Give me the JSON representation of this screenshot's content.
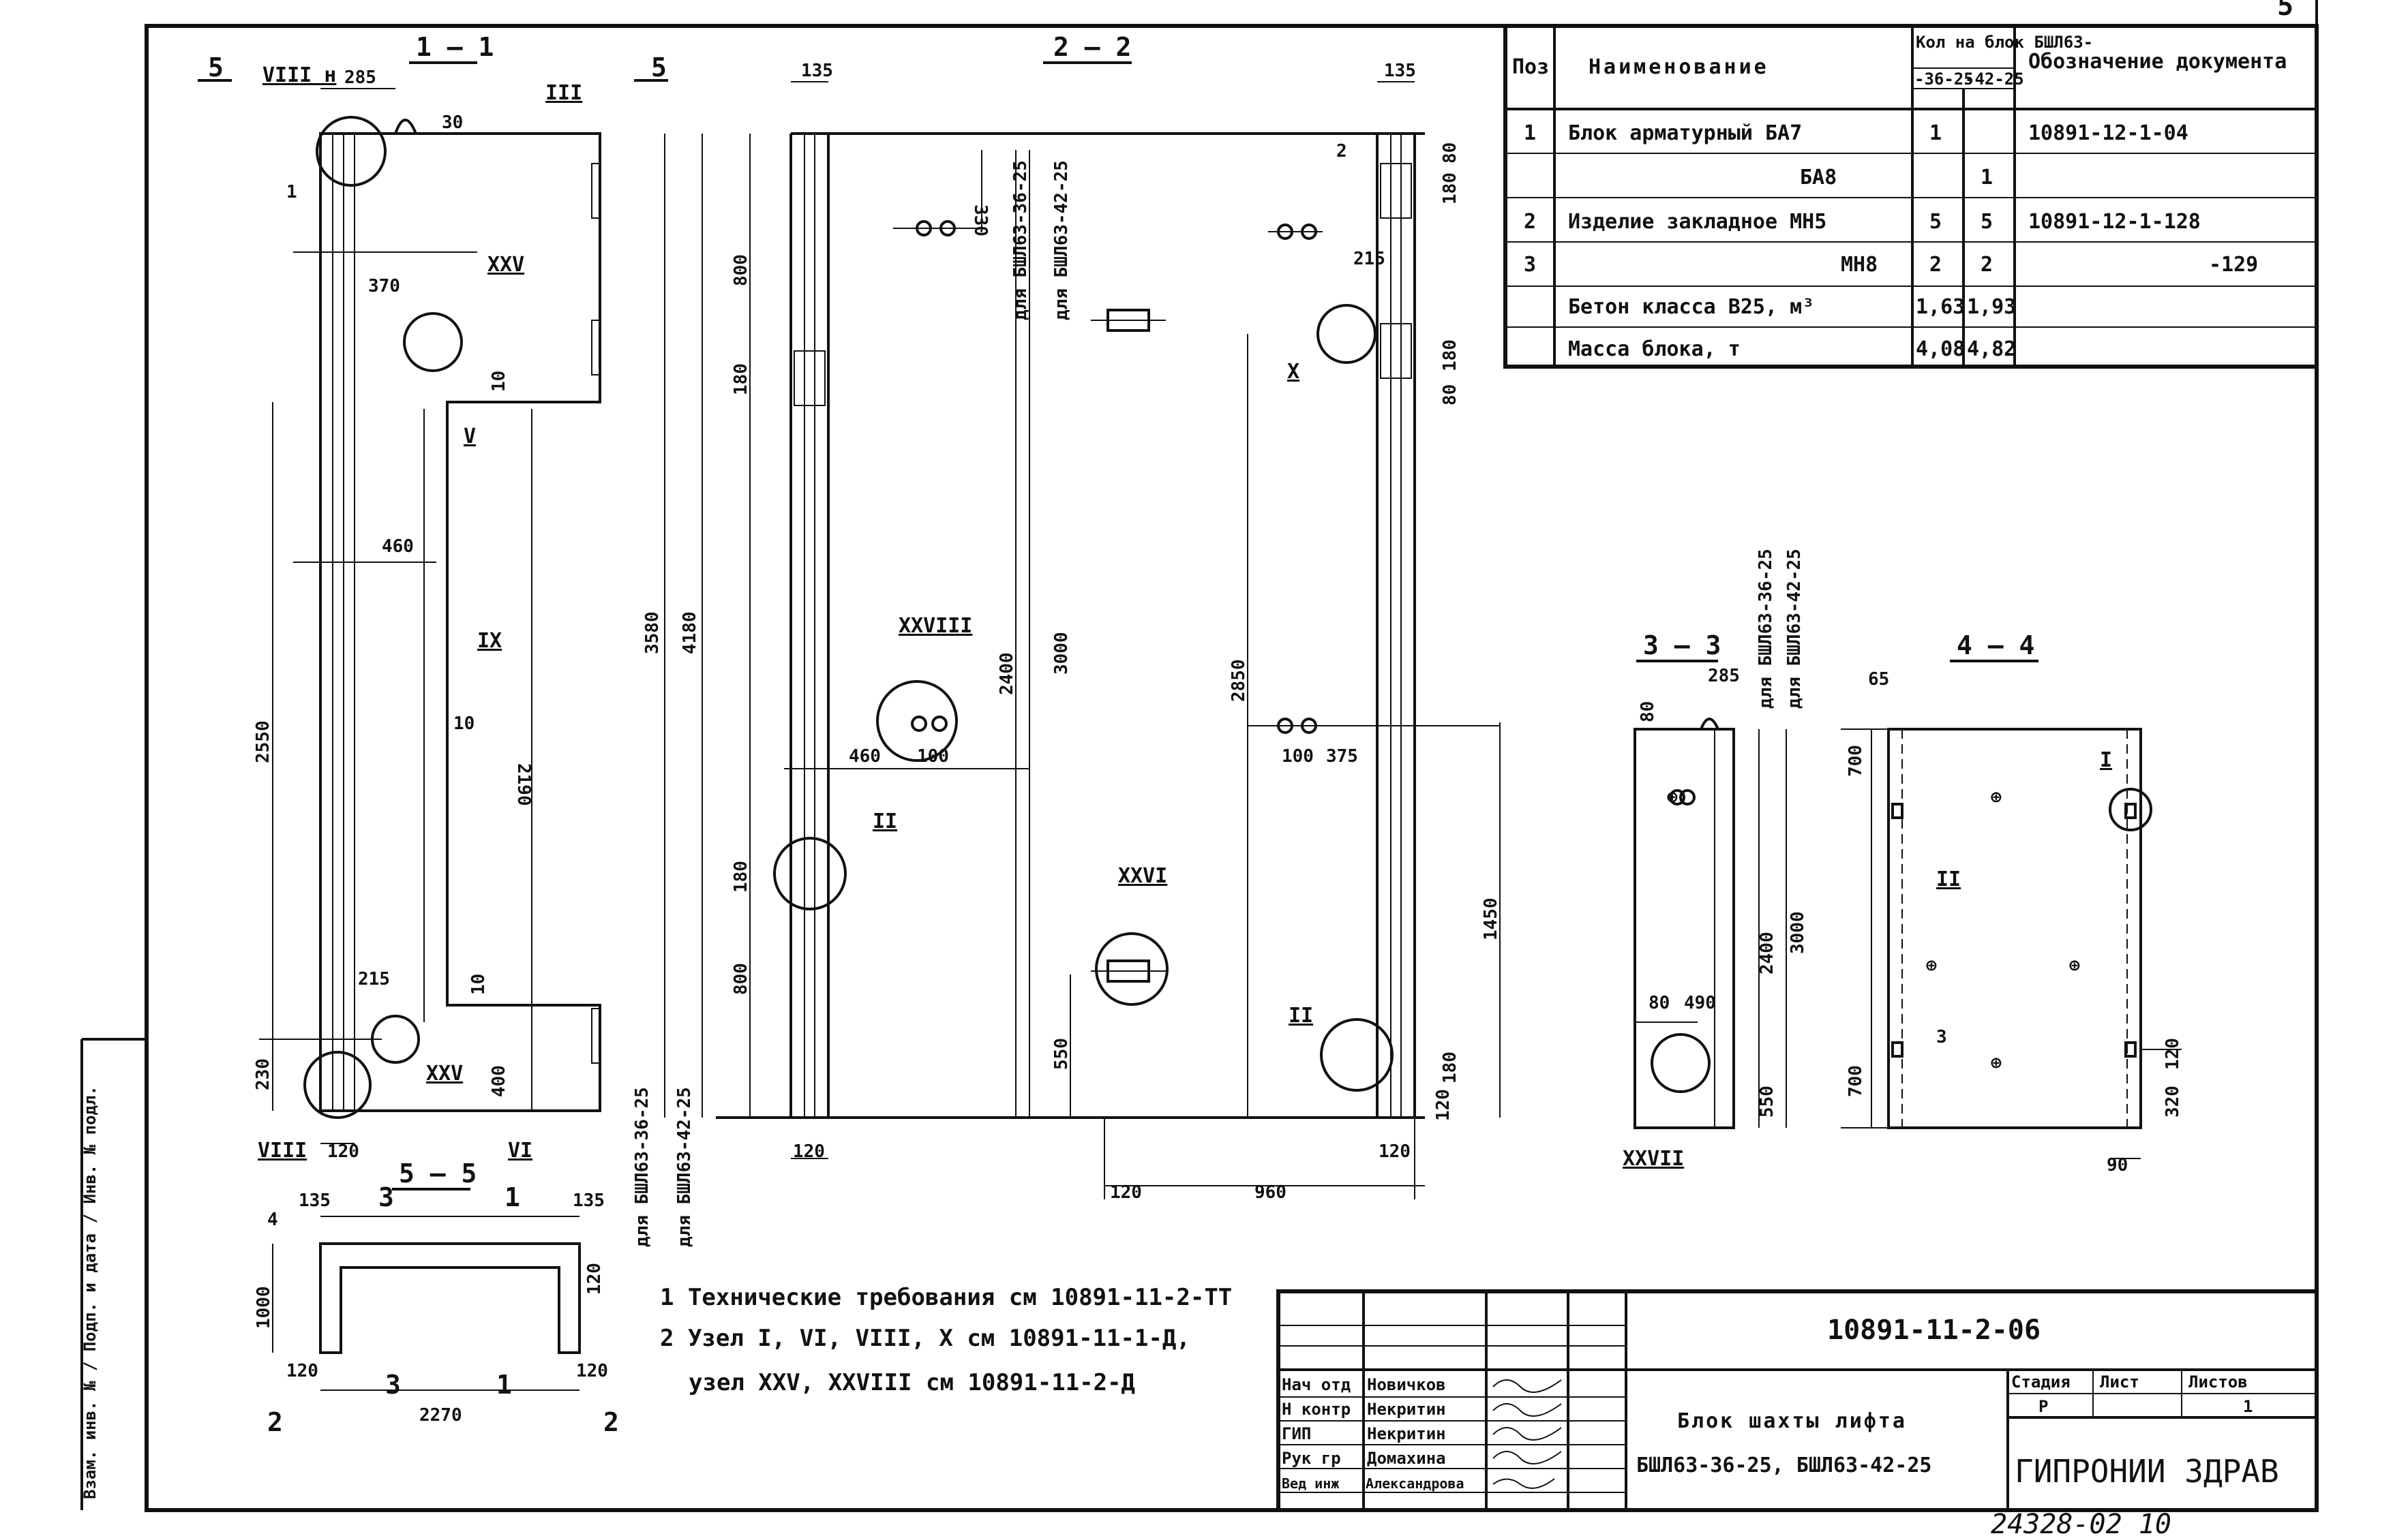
{
  "sheet": {
    "number": "5",
    "stamp": "24328-02 10"
  },
  "side_strip": "Взам. инв. № / Подп. и дата / Инв. № подл.",
  "sections": {
    "s11": "1 — 1",
    "s22": "2 — 2",
    "s33": "3 — 3",
    "s44": "4 — 4",
    "s55": "5 — 5",
    "cut5": "5",
    "cut4": "4",
    "cut3": "3",
    "cut2": "2",
    "cut1": "1"
  },
  "dims11": [
    "285",
    "30",
    "370",
    "10",
    "460",
    "10",
    "2190",
    "10",
    "2550",
    "400",
    "230",
    "120",
    "215"
  ],
  "dims22": [
    "135",
    "330",
    "800",
    "180",
    "3580",
    "4180",
    "2400",
    "3000",
    "460",
    "100",
    "2850",
    "180",
    "800",
    "550",
    "120",
    "1450",
    "100",
    "375",
    "120",
    "960",
    "120",
    "135",
    "180",
    "215",
    "180",
    "80",
    "80",
    "180",
    "120"
  ],
  "dims33": [
    "80",
    "285",
    "2400",
    "3000",
    "80",
    "490",
    "550",
    "700",
    "700"
  ],
  "dims44": [
    "65",
    "120",
    "320",
    "90"
  ],
  "dims55": [
    "4",
    "135",
    "135",
    "1000",
    "120",
    "120",
    "120",
    "2270"
  ],
  "vert_labels": {
    "for36": "для БШЛ63-36-25",
    "for42": "для БШЛ63-42-25"
  },
  "node_marks": [
    "VIII н",
    "III",
    "XXV",
    "V",
    "IX",
    "XXV",
    "VIII",
    "VI",
    "II",
    "XXVIII",
    "X",
    "XXVI",
    "II",
    "XXVII",
    "II",
    "I"
  ],
  "spec": {
    "head_pos": "Поз",
    "head_name": "Наименование",
    "head_qty": "Кол на блок БШЛ63-",
    "head_qty_a": "-36-25",
    "head_qty_b": "-42-25",
    "head_doc": "Обозначение документа",
    "rows": [
      {
        "pos": "1",
        "name": "Блок арматурный БА7",
        "a": "1",
        "b": "",
        "doc": "10891-12-1-04"
      },
      {
        "pos": "",
        "name": "БА8",
        "a": "",
        "b": "1",
        "doc": ""
      },
      {
        "pos": "2",
        "name": "Изделие закладное МН5",
        "a": "5",
        "b": "5",
        "doc": "10891-12-1-128"
      },
      {
        "pos": "3",
        "name": "МН8",
        "a": "2",
        "b": "2",
        "doc": "-129"
      },
      {
        "pos": "",
        "name": "Бетон класса В25, м³",
        "a": "1,63",
        "b": "1,93",
        "doc": ""
      },
      {
        "pos": "",
        "name": "Масса блока, т",
        "a": "4,08",
        "b": "4,82",
        "doc": ""
      }
    ]
  },
  "notes": {
    "n1": "1 Технические требования см 10891-11-2-ТТ",
    "n2": "2 Узел I, VI, VIII, X см 10891-11-1-Д,",
    "n3": "узел XXV, XXVIII см 10891-11-2-Д"
  },
  "title_block": {
    "code": "10891-11-2-06",
    "title1": "Блок шахты лифта",
    "title2": "БШЛ63-36-25, БШЛ63-42-25",
    "stage_h": "Стадия",
    "sheet_h": "Лист",
    "sheets_h": "Листов",
    "stage": "Р",
    "sheets": "1",
    "org": "ГИПРОНИИ ЗДРАВ",
    "roles": [
      {
        "role": "Нач отд",
        "name": "Новичков"
      },
      {
        "role": "Н контр",
        "name": "Некритин"
      },
      {
        "role": "ГИП",
        "name": "Некритин"
      },
      {
        "role": "Рук гр",
        "name": "Домахина"
      },
      {
        "role": "Вед инж",
        "name": "Александрова"
      }
    ]
  }
}
